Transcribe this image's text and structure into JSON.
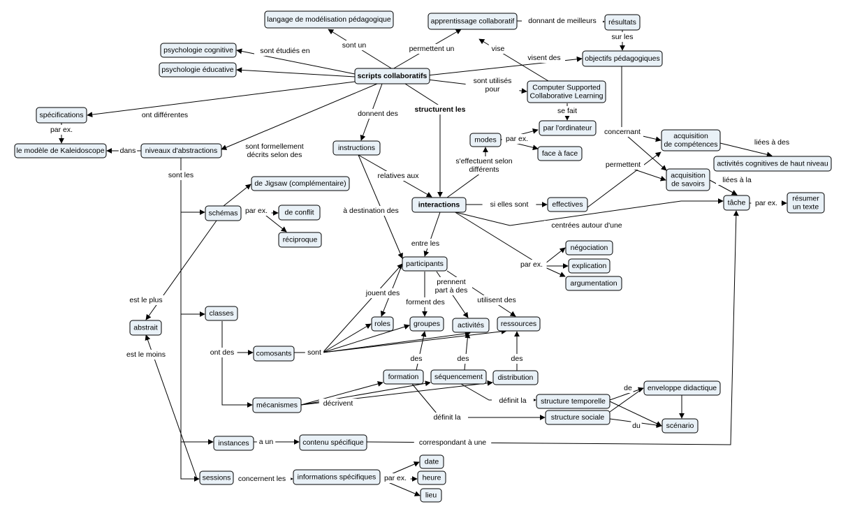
{
  "colors": {
    "node_fill": "#e9f1f7",
    "node_border": "#000000",
    "line": "#000000",
    "background": "#ffffff"
  },
  "concepts": {
    "scripts": "scripts collaboratifs",
    "langage": "langage de modélisation pédagogique",
    "apprentissage": "apprentissage collaboratif",
    "resultats": "résultats",
    "objectifs": "objectifs pédagogiques",
    "psy_cog": "psychologie cognitive",
    "psy_edu": "psychologie éducative",
    "specifications": "spécifications",
    "kaleidoscope": "le modèle de Kaleidoscope",
    "niveaux": "niveaux d'abstractions",
    "instructions": "instructions",
    "css": "Computer Supported\nCollaborative Learning",
    "modes": "modes",
    "ordinateur": "par l'ordinateur",
    "face": "face à face",
    "acq_comp": "acquisition\nde compétences",
    "acq_sav": "acquisition\nde savoirs",
    "act_cog": "activités cognitives de haut niveau",
    "jigsaw": "de Jigsaw (complémentaire)",
    "schemas": "schémas",
    "conflit": "de conflit",
    "reciproque": "réciproque",
    "interactions": "interactions",
    "effectives": "effectives",
    "tache": "tâche",
    "resumer": "résumer\nun texte",
    "participants": "participants",
    "negociation": "négociation",
    "explication": "explication",
    "argumentation": "argumentation",
    "abstrait": "abstrait",
    "classes": "classes",
    "roles": "roles",
    "groupes": "groupes",
    "activites": "activités",
    "ressources": "ressources",
    "comosants": "comosants",
    "formation": "formation",
    "sequencement": "séquencement",
    "distribution": "distribution",
    "mecanismes": "mécanismes",
    "struct_temp": "structure temporelle",
    "struct_soc": "structure sociale",
    "enveloppe": "enveloppe didactique",
    "scenario": "scénario",
    "instances": "instances",
    "contenu": "contenu spécifique",
    "sessions": "sessions",
    "infos": "informations spécifiques",
    "date": "date",
    "heure": "heure",
    "lieu": "lieu"
  },
  "links": {
    "sont_un": "sont un",
    "permettent_un": "permettent un",
    "donnant": "donnant de meilleurs",
    "sur_les": "sur les",
    "vise": "vise",
    "visent_des": "visent des",
    "etudies": "sont étudiés en",
    "differentes": "ont différentes",
    "par_ex_spec": "par ex.",
    "dans": "dans",
    "formellement": "sont formellement\ndécrits selon des",
    "donnent_des": "donnent des",
    "structurent": "structurent les",
    "utilises": "sont utilisés\npour",
    "se_fait": "se fait",
    "par_ex_modes": "par ex.",
    "effectuent": "s'effectuent selon\ndifférents",
    "concernant": "concernant",
    "permettent": "permettent",
    "liees": "liées à des",
    "liees_la": "liées à la",
    "sont_les": "sont les",
    "par_ex_schemas": "par ex.",
    "relatives": "relatives aux",
    "destination": "à destination des",
    "si_elles": "si elles sont",
    "par_ex_tache": "par ex.",
    "centrees": "centrées autour d'une",
    "entre_les": "entre les",
    "par_ex_inter": "par ex.",
    "est_le_plus": "est le plus",
    "est_le_moins": "est le moins",
    "jouent": "jouent des",
    "forment": "forment des",
    "prennent": "prennent\npart à des",
    "utilisent": "utilisent des",
    "ont_des": "ont des",
    "sont": "sont",
    "des_form": "des",
    "des_seq": "des",
    "des_dist": "des",
    "decrivent": "décrivent",
    "definit_la1": "définit la",
    "definit_la2": "définit la",
    "de": "de",
    "du": "du",
    "a_un": "a un",
    "correspondant": "correspondant à une",
    "concernent": "concernent les",
    "par_ex_infos": "par ex."
  }
}
